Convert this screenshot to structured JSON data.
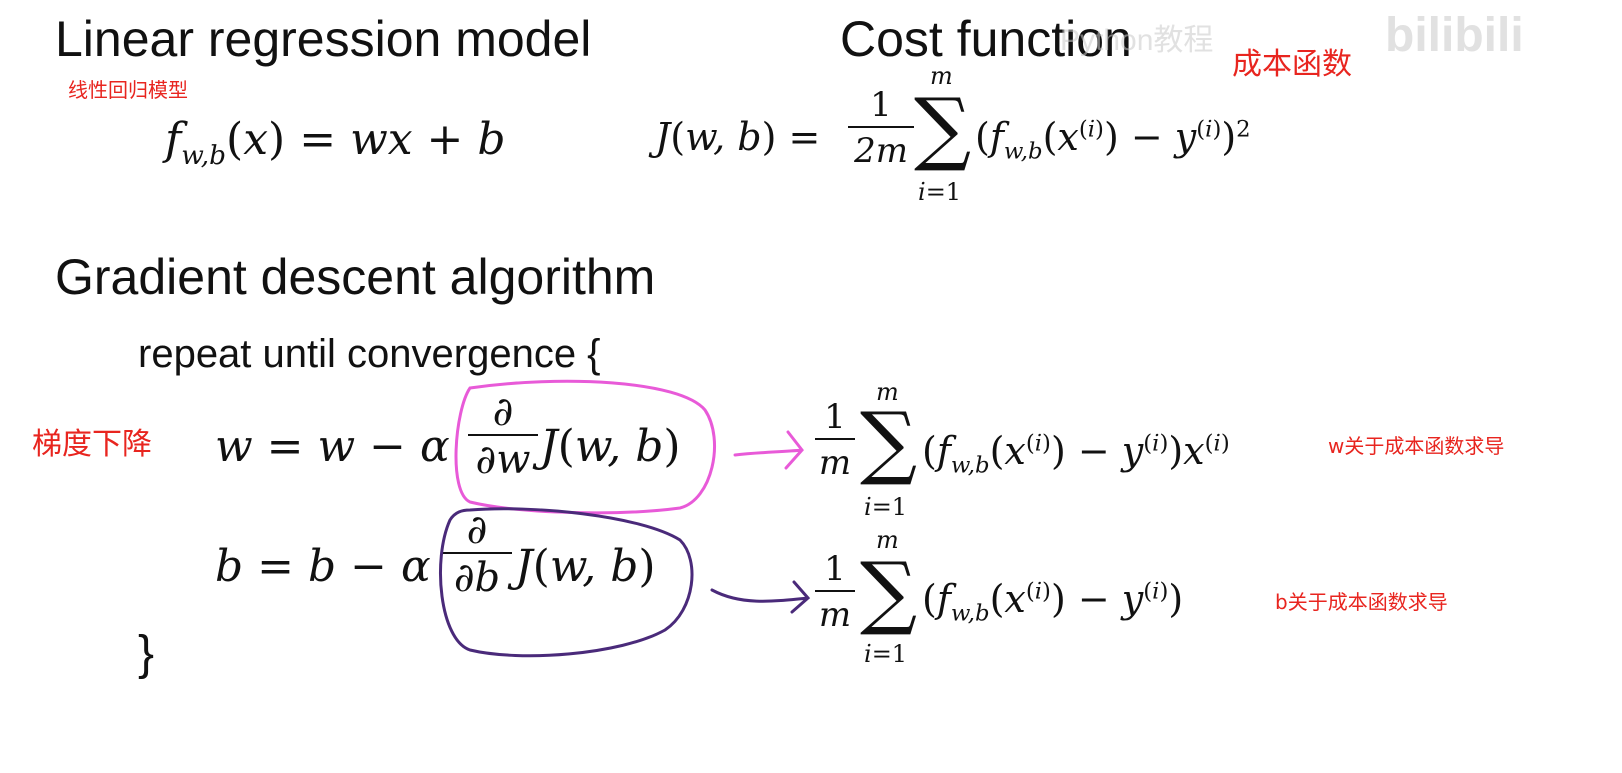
{
  "headings": {
    "linear_model": "Linear regression model",
    "cost_function": "Cost function",
    "gradient_descent": "Gradient descent algorithm",
    "repeat": "repeat until convergence {",
    "close_brace": "}"
  },
  "annotations": {
    "linear_model_cn": "线性回归模型",
    "cost_function_cn": "成本函数",
    "gradient_descent_cn": "梯度下降",
    "w_derivative_cn": "w关于成本函数求导",
    "b_derivative_cn": "b关于成本函数求导"
  },
  "equations": {
    "model": "f_{w,b}(x) = wx + b",
    "cost": "J(w,b) = 1/(2m) Σ_{i=1}^{m} (f_{w,b}(x^{(i)}) − y^{(i)})^2",
    "w_update": "w = w − α ∂/∂w J(w,b)",
    "b_update": "b = b − α ∂/∂b J(w,b)",
    "w_derivative": "1/m Σ_{i=1}^{m} (f_{w,b}(x^{(i)}) − y^{(i)}) x^{(i)}",
    "b_derivative": "1/m Σ_{i=1}^{m} (f_{w,b}(x^{(i)}) − y^{(i)})"
  },
  "colors": {
    "annotation": "#e8251f",
    "pink_circle": "#e85ad8",
    "purple_circle": "#4a2a7a"
  },
  "watermark": {
    "left": "Python教程",
    "right": "bilibili"
  }
}
